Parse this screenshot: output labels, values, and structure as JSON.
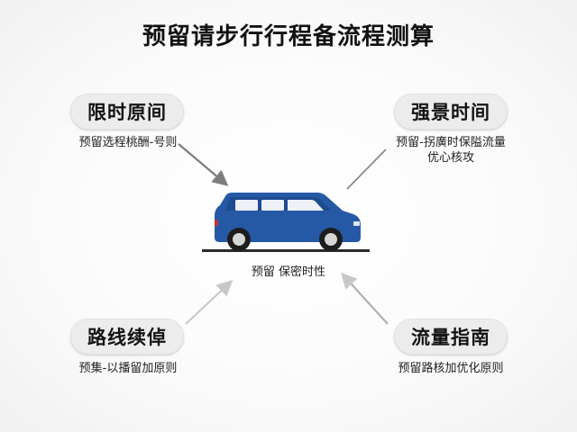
{
  "title": "预留请步行行程备流程测算",
  "nodes": {
    "top_left": {
      "label": "限时原间",
      "caption": "预留选程桃酬-号则"
    },
    "top_right": {
      "label": "强景时间",
      "caption_lines": [
        "预留-拐廣时保隘流量",
        "优心核攻"
      ]
    },
    "bottom_left": {
      "label": "路线续倬",
      "caption": "预集-以播留加原则"
    },
    "bottom_right": {
      "label": "流量指南",
      "caption": "预留路核加优化原则"
    }
  },
  "center": {
    "caption": "预留 保密时性",
    "icon": "car-icon"
  },
  "colors": {
    "car_body": "#2559a6",
    "arrow_dark": "#7d7d7d",
    "arrow_light": "#c8c8c8",
    "pill_bg": "#ececec"
  }
}
